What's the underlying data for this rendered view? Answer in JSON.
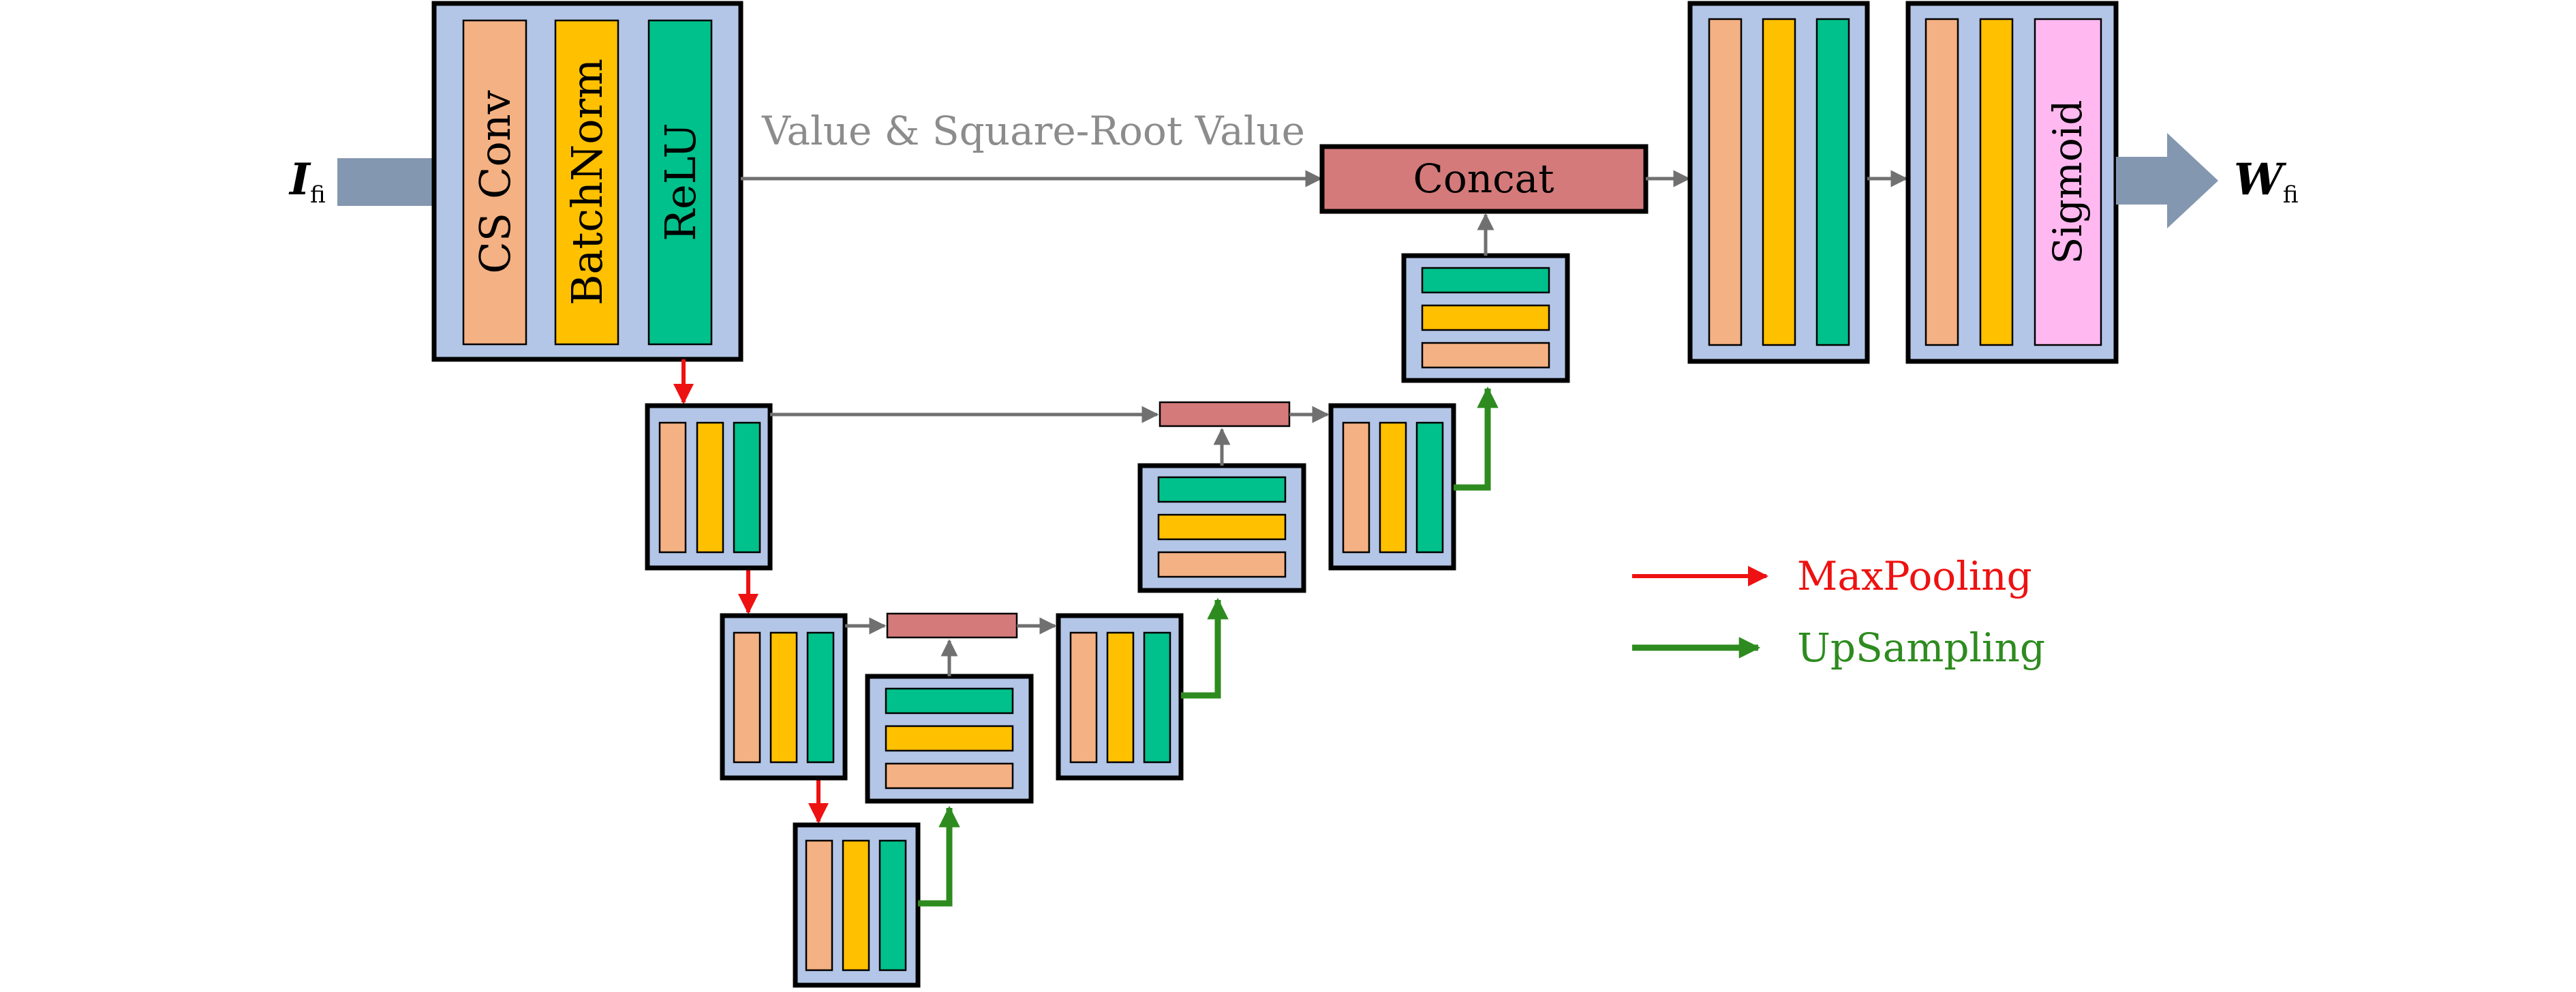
{
  "input_label": {
    "main": "I",
    "sub": "fi"
  },
  "output_label": {
    "main": "W",
    "sub": "fi"
  },
  "first_block": {
    "labels": [
      "CS Conv",
      "BatchNorm",
      "ReLU"
    ]
  },
  "skip_label": "Value & Square-Root Value",
  "concat_label": "Concat",
  "final_block": {
    "labels": [
      "Sigmoid"
    ]
  },
  "legend": [
    {
      "label": "MaxPooling",
      "color": "#ee1111"
    },
    {
      "label": "UpSampling",
      "color": "#2e8b1f"
    }
  ],
  "colors": {
    "block_bg": "#b4c6e7",
    "conv": "#f4b183",
    "batchnorm": "#ffc000",
    "relu": "#00c08b",
    "sigmoid": "#ffb8f0",
    "concat": "#d47a7a",
    "io_arrow": "#8497b0",
    "skip_arrow": "#707070"
  }
}
